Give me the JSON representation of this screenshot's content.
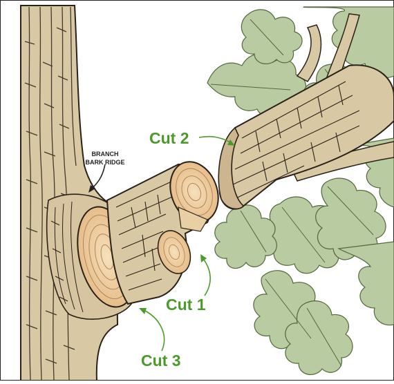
{
  "labels": {
    "ridge_line1": "BRANCH",
    "ridge_line2": "BARK RIDGE",
    "cut1": "Cut 1",
    "cut2": "Cut 2",
    "cut3": "Cut 3"
  },
  "colors": {
    "label_green": "#4c9a2a",
    "bark": "#d8c8a4",
    "bark_line": "#2a2118",
    "cut_wood": "#f1d4a8",
    "leaf": "#b9cba0",
    "leaf_line": "#55663e"
  }
}
